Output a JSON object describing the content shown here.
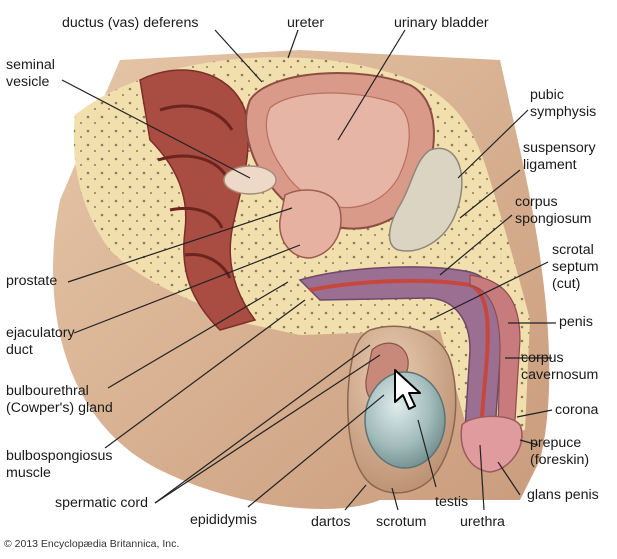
{
  "labels": {
    "ductus_deferens": "ductus (vas) deferens",
    "ureter": "ureter",
    "urinary_bladder": "urinary bladder",
    "seminal_vesicle": "seminal\nvesicle",
    "pubic_symphysis": "pubic\nsymphysis",
    "suspensory_ligament": "suspensory\nligament",
    "corpus_spongiosum": "corpus\nspongiosum",
    "scrotal_septum": "scrotal\nseptum\n(cut)",
    "prostate": "prostate",
    "penis": "penis",
    "ejaculatory_duct": "ejaculatory\nduct",
    "corpus_cavernosum": "corpus\ncavernosum",
    "bulbourethral_gland": "bulbourethral\n(Cowper's) gland",
    "corona": "corona",
    "prepuce": "prepuce\n(foreskin)",
    "bulbospongiosus": "bulbospongiosus\nmuscle",
    "glans_penis": "glans penis",
    "spermatic_cord": "spermatic cord",
    "epididymis": "epididymis",
    "dartos": "dartos",
    "scrotum": "scrotum",
    "testis": "testis",
    "urethra": "urethra"
  },
  "credit": "© 2013 Encyclopædia Britannica, Inc.",
  "colors": {
    "fat": "#f2dfae",
    "muscle": "#b8564c",
    "bladder": "#d99a8a",
    "skin": "#e7c4a6",
    "spongiosum": "#9b6f92",
    "testis": "#a9c0c0",
    "bone": "#dcd4c2"
  }
}
